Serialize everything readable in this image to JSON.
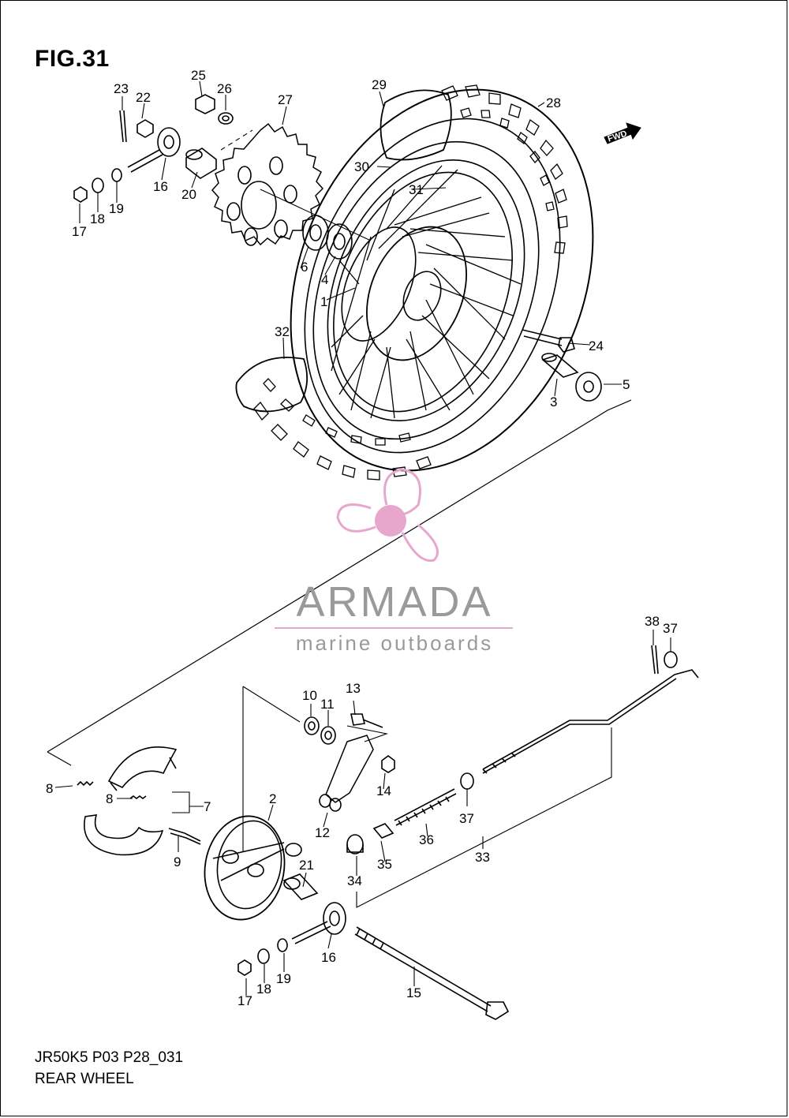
{
  "figure": {
    "title": "FIG.31",
    "code": "JR50K5 P03 P28_031",
    "name": "REAR WHEEL"
  },
  "fwd_label": "FWD",
  "watermark": {
    "brand": "ARMADA",
    "tagline": "marine outboards",
    "accent_color": "#e7a7cc"
  },
  "callouts": {
    "c1": "1",
    "c2": "2",
    "c3": "3",
    "c4": "4",
    "c5": "5",
    "c6": "6",
    "c7": "7",
    "c8a": "8",
    "c8b": "8",
    "c9": "9",
    "c10": "10",
    "c11": "11",
    "c12": "12",
    "c13": "13",
    "c14": "14",
    "c15": "15",
    "c16a": "16",
    "c16b": "16",
    "c17a": "17",
    "c17b": "17",
    "c18a": "18",
    "c18b": "18",
    "c19a": "19",
    "c19b": "19",
    "c20": "20",
    "c21": "21",
    "c22": "22",
    "c23": "23",
    "c24": "24",
    "c25": "25",
    "c26": "26",
    "c27": "27",
    "c28": "28",
    "c29": "29",
    "c30": "30",
    "c31": "31",
    "c32": "32",
    "c33": "33",
    "c34": "34",
    "c35": "35",
    "c36": "36",
    "c37a": "37",
    "c37b": "37",
    "c38": "38"
  }
}
